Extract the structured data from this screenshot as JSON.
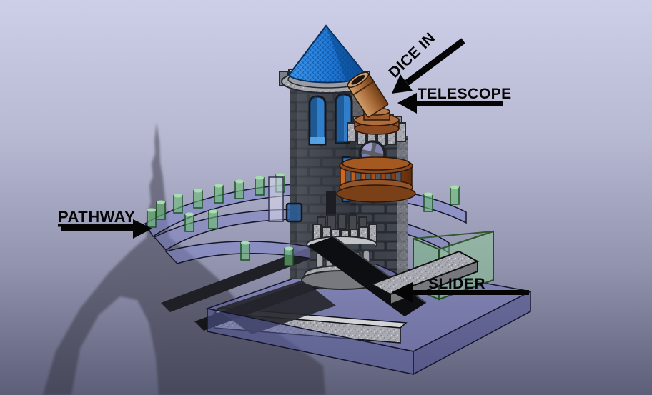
{
  "annotations": {
    "dice_in": {
      "text": "DICE IN"
    },
    "telescope": {
      "text": "TELESCOPE"
    },
    "pathway": {
      "text": "PATHWAY"
    },
    "slider": {
      "text": "SLIDER"
    }
  },
  "colors": {
    "background_top": "#cdcfe9",
    "background_bottom": "#5d5e78",
    "roof_blue": "#1f7fd8",
    "stone_gray": "#3f434b",
    "copper": "#a96a38",
    "balcony_orange": "#b5551d",
    "pathway_purple": "#8387c8",
    "dice_green": "#66b873",
    "base_purple": "#7276ba",
    "granite_gray": "#a8a9b0",
    "annotation_black": "#050505"
  }
}
